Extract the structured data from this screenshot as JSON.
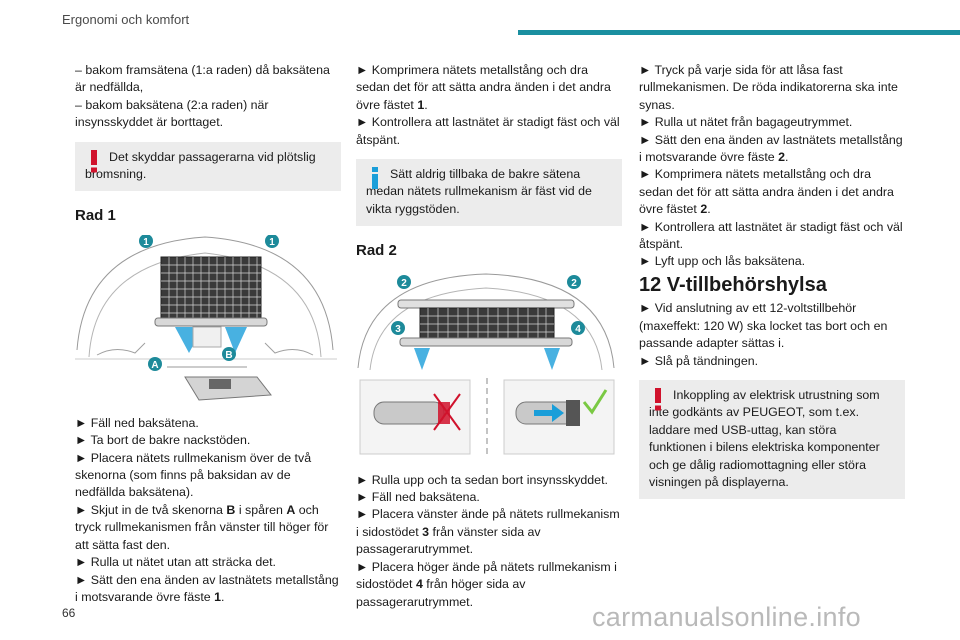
{
  "header": {
    "title": "Ergonomi och komfort"
  },
  "page_number": "66",
  "watermark": "carmanualsonline.info",
  "col1": {
    "intro": [
      "– bakom framsätena (1:a raden) då baksätena är nedfällda,",
      "– bakom baksätena (2:a raden) när insynsskyddet är borttaget."
    ],
    "note": "Det skyddar passagerarna vid plötslig bromsning.",
    "heading": "Rad 1",
    "figure_labels": {
      "one": "1",
      "a": "A",
      "b": "B"
    },
    "steps": [
      "► Fäll ned baksätena.",
      "► Ta bort de bakre nackstöden.",
      "► Placera nätets rullmekanism över de två skenorna (som finns på baksidan av de nedfällda baksätena).",
      "► Skjut in de två skenorna",
      "B",
      "i spåren",
      "A",
      "och tryck rullmekanismen från vänster till höger för att sätta fast den.",
      "► Rulla ut nätet utan att sträcka det.",
      "► Sätt den ena änden av lastnätets metallstång i motsvarande övre fäste",
      "1",
      "."
    ]
  },
  "col2": {
    "steps_a": [
      "► Komprimera nätets metallstång och dra sedan det för att sätta andra änden i det andra övre fästet",
      "1",
      ".",
      "► Kontrollera att lastnätet är stadigt fäst och väl åtspänt."
    ],
    "note": "Sätt aldrig tillbaka de bakre sätena medan nätets rullmekanism är fäst vid de vikta ryggstöden.",
    "heading": "Rad 2",
    "figure_labels": {
      "two": "2",
      "three": "3",
      "four": "4"
    },
    "steps_b": [
      "► Rulla upp och ta sedan bort insynsskyddet.",
      "► Fäll ned baksätena.",
      "► Placera vänster ände på nätets rullmekanism i sidostödet",
      "3",
      "från vänster sida av passagerarutrymmet.",
      "► Placera höger ände på nätets rullmekanism i sidostödet",
      "4",
      "från höger sida av passagerarutrymmet."
    ]
  },
  "col3": {
    "steps_a": [
      "► Tryck på varje sida för att låsa fast rullmekanismen. De röda indikatorerna ska inte synas.",
      "► Rulla ut nätet från bagageutrymmet.",
      "► Sätt den ena änden av lastnätets metallstång i motsvarande övre fäste",
      "2",
      ".",
      "► Komprimera nätets metallstång och dra sedan det för att sätta andra änden i det andra övre fästet",
      "2",
      ".",
      "► Kontrollera att lastnätet är stadigt fäst och väl åtspänt.",
      "► Lyft upp och lås baksätena."
    ],
    "heading": "12 V-tillbehörshylsa",
    "steps_b": [
      "► Vid anslutning av ett 12-voltstillbehör (maxeffekt: 120 W) ska locket tas bort och en passande adapter sättas i.",
      "► Slå på tändningen."
    ],
    "note": "Inkoppling av elektrisk utrustning som inte godkänts av PEUGEOT, som t.ex. laddare med USB-uttag, kan störa funktionen i bilens elektriska komponenter och ge dålig radiomottagning eller störa visningen på displayerna."
  },
  "colors": {
    "accent": "#1a8fa0",
    "warning": "#d0122c",
    "info": "#1a9ed9",
    "marker": "#1d8a9a"
  },
  "icons": {
    "warning": "exclamation-icon",
    "info": "info-icon"
  }
}
